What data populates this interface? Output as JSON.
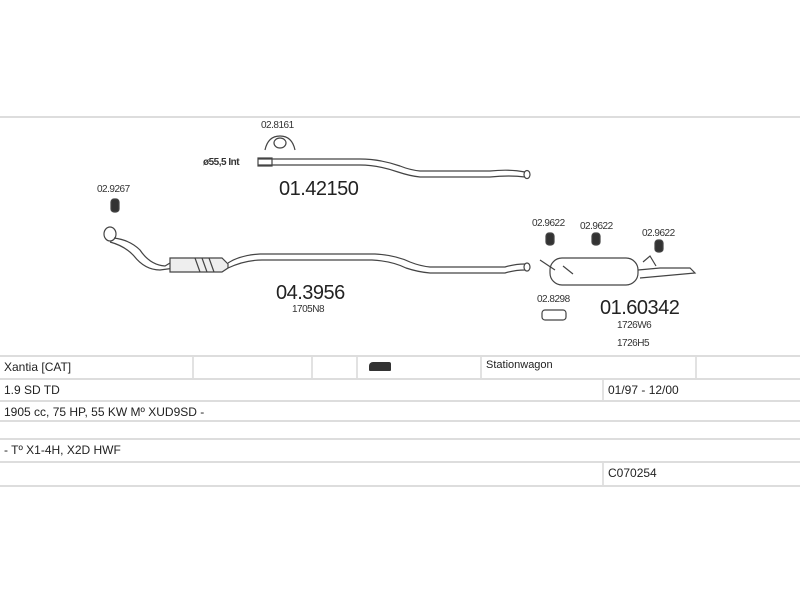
{
  "diagram": {
    "pipe_front": {
      "part": "04.3956",
      "ref": "1705N8"
    },
    "pipe_mid": {
      "part": "01.42150",
      "note": "ø55,5 Int"
    },
    "rear_silencer": {
      "part": "01.60342",
      "refs": [
        "1726W6",
        "1726H5"
      ]
    },
    "accessories": {
      "gasket": "02.9267",
      "clamp": "02.8161",
      "hanger1": "02.9622",
      "hanger2": "02.9622",
      "hanger3": "02.9622",
      "clamp2": "02.8298"
    }
  },
  "table": {
    "model": "Xantia  [CAT]",
    "body_icon": "station-wagon-icon",
    "body": "Stationwagon",
    "engine": "1.9 SD TD",
    "dates": "01/97 - 12/00",
    "specs": "1905 cc, 75 HP, 55 KW  Mº XUD9SD -",
    "type": "- Tº X1-4H, X2D HWF",
    "code": "C070254"
  }
}
